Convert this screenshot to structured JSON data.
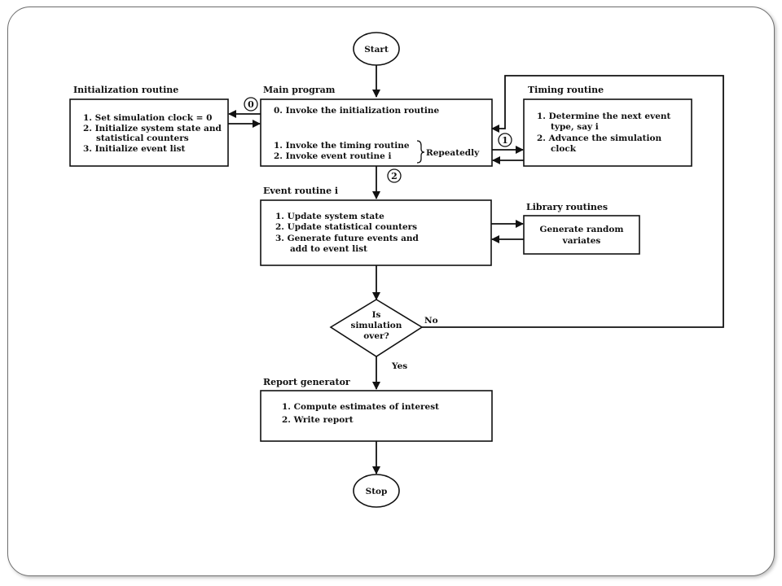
{
  "diagram": {
    "start": "Start",
    "stop": "Stop",
    "main": {
      "title": "Main program",
      "step0": "0.  Invoke the initialization routine",
      "step1": "1.  Invoke the timing routine",
      "step2": "2.  Invoke event routine i",
      "repeat": "Repeatedly"
    },
    "init": {
      "title": "Initialization routine",
      "lines": [
        "1.  Set simulation clock = 0",
        "2.  Initialize system state and",
        "statistical counters",
        "3.  Initialize event list"
      ]
    },
    "timing": {
      "title": "Timing routine",
      "lines": [
        "1.  Determine the next event",
        "type, say i",
        "2.  Advance the simulation",
        "clock"
      ]
    },
    "event": {
      "title": "Event routine i",
      "lines": [
        "1.  Update system state",
        "2.  Update statistical counters",
        "3.  Generate future events and",
        "add to event list"
      ]
    },
    "library": {
      "title": "Library routines",
      "lines": [
        "Generate random",
        "variates"
      ]
    },
    "decision": {
      "lines": [
        "Is",
        "simulation",
        "over?"
      ],
      "no": "No",
      "yes": "Yes"
    },
    "report": {
      "title": "Report generator",
      "lines": [
        "1.  Compute estimates of interest",
        "2.  Write report"
      ]
    },
    "markers": [
      "0",
      "1",
      "2"
    ]
  }
}
